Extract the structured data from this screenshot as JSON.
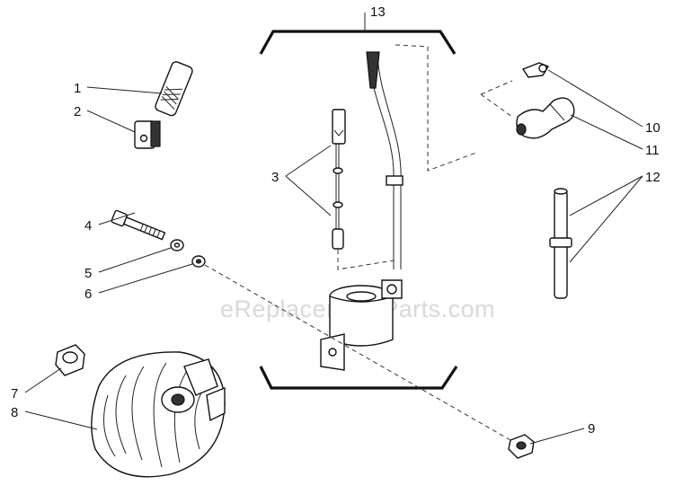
{
  "watermark": "eReplacementParts.com",
  "callouts": {
    "c1": "1",
    "c2": "2",
    "c3": "3",
    "c4": "4",
    "c5": "5",
    "c6": "6",
    "c7": "7",
    "c8": "8",
    "c9": "9",
    "c10": "10",
    "c11": "11",
    "c12": "12",
    "c13": "13"
  }
}
